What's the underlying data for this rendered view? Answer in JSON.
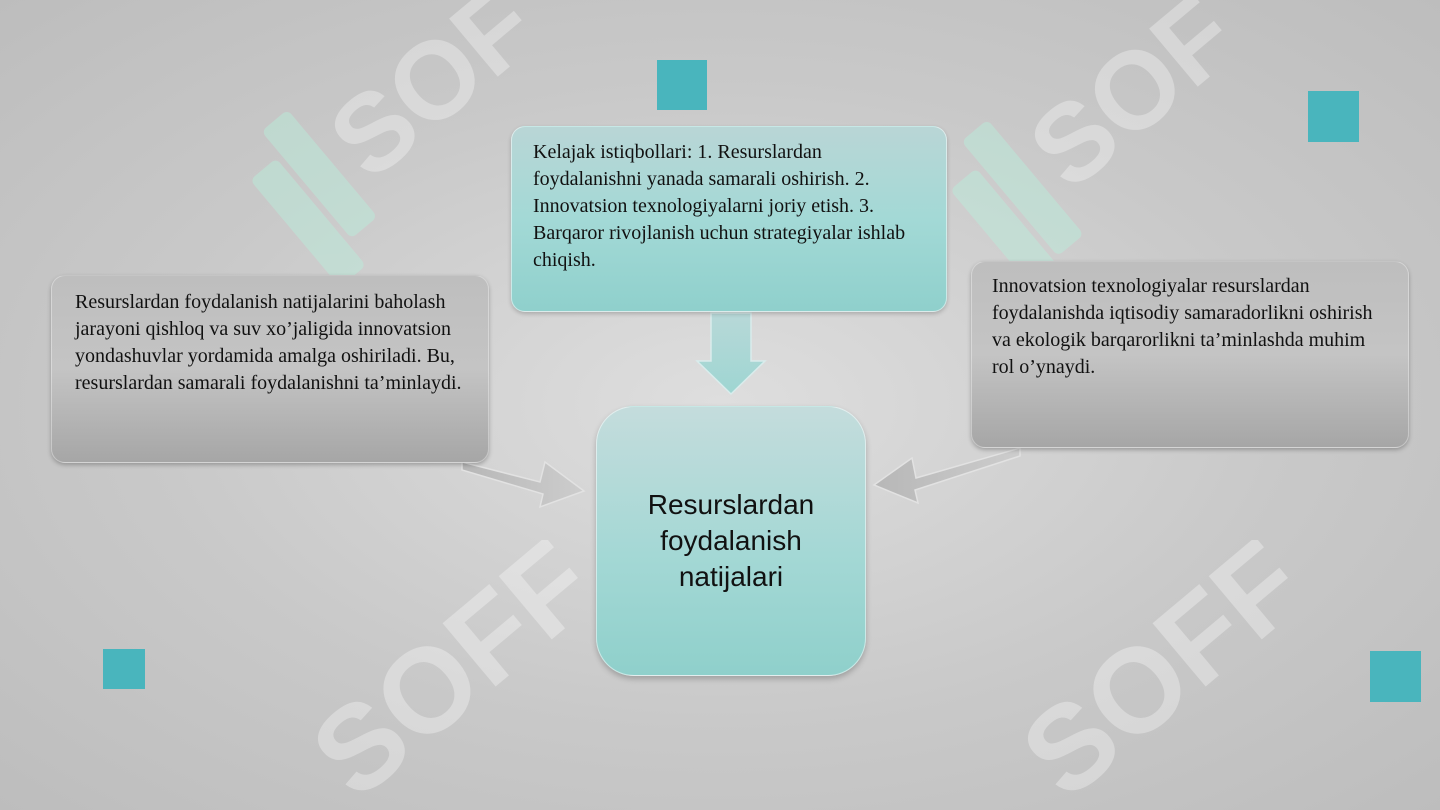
{
  "diagram": {
    "center_label": "Resurslardan foydalanish natijalari",
    "top_box": "Kelajak istiqbollari: 1. Resurslardan foydalanishni yanada samarali oshirish. 2. Innovatsion texnologiyalarni joriy etish. 3. Barqaror rivojlanish uchun strategiyalar ishlab chiqish.",
    "left_box": "Resurslardan foydalanish natijalarini baholash jarayoni qishloq va suv xo’jaligida innovatsion yondashuvlar yordamida amalga oshiriladi. Bu, resurslardan samarali foydalanishni ta’minlaydi.",
    "right_box": "Innovatsion texnologiyalar resurslardan foydalanishda iqtisodiy samaradorlikni oshirish va ekologik barqarorlikni ta’minlashda muhim rol o’ynaydi."
  },
  "watermark": {
    "text": "SOFF"
  },
  "colors": {
    "accent_square": "#49b5bd",
    "teal_box": "#a3d9d6",
    "gray_box": "#c0c0c0",
    "watermark": "#b8f0dc"
  }
}
